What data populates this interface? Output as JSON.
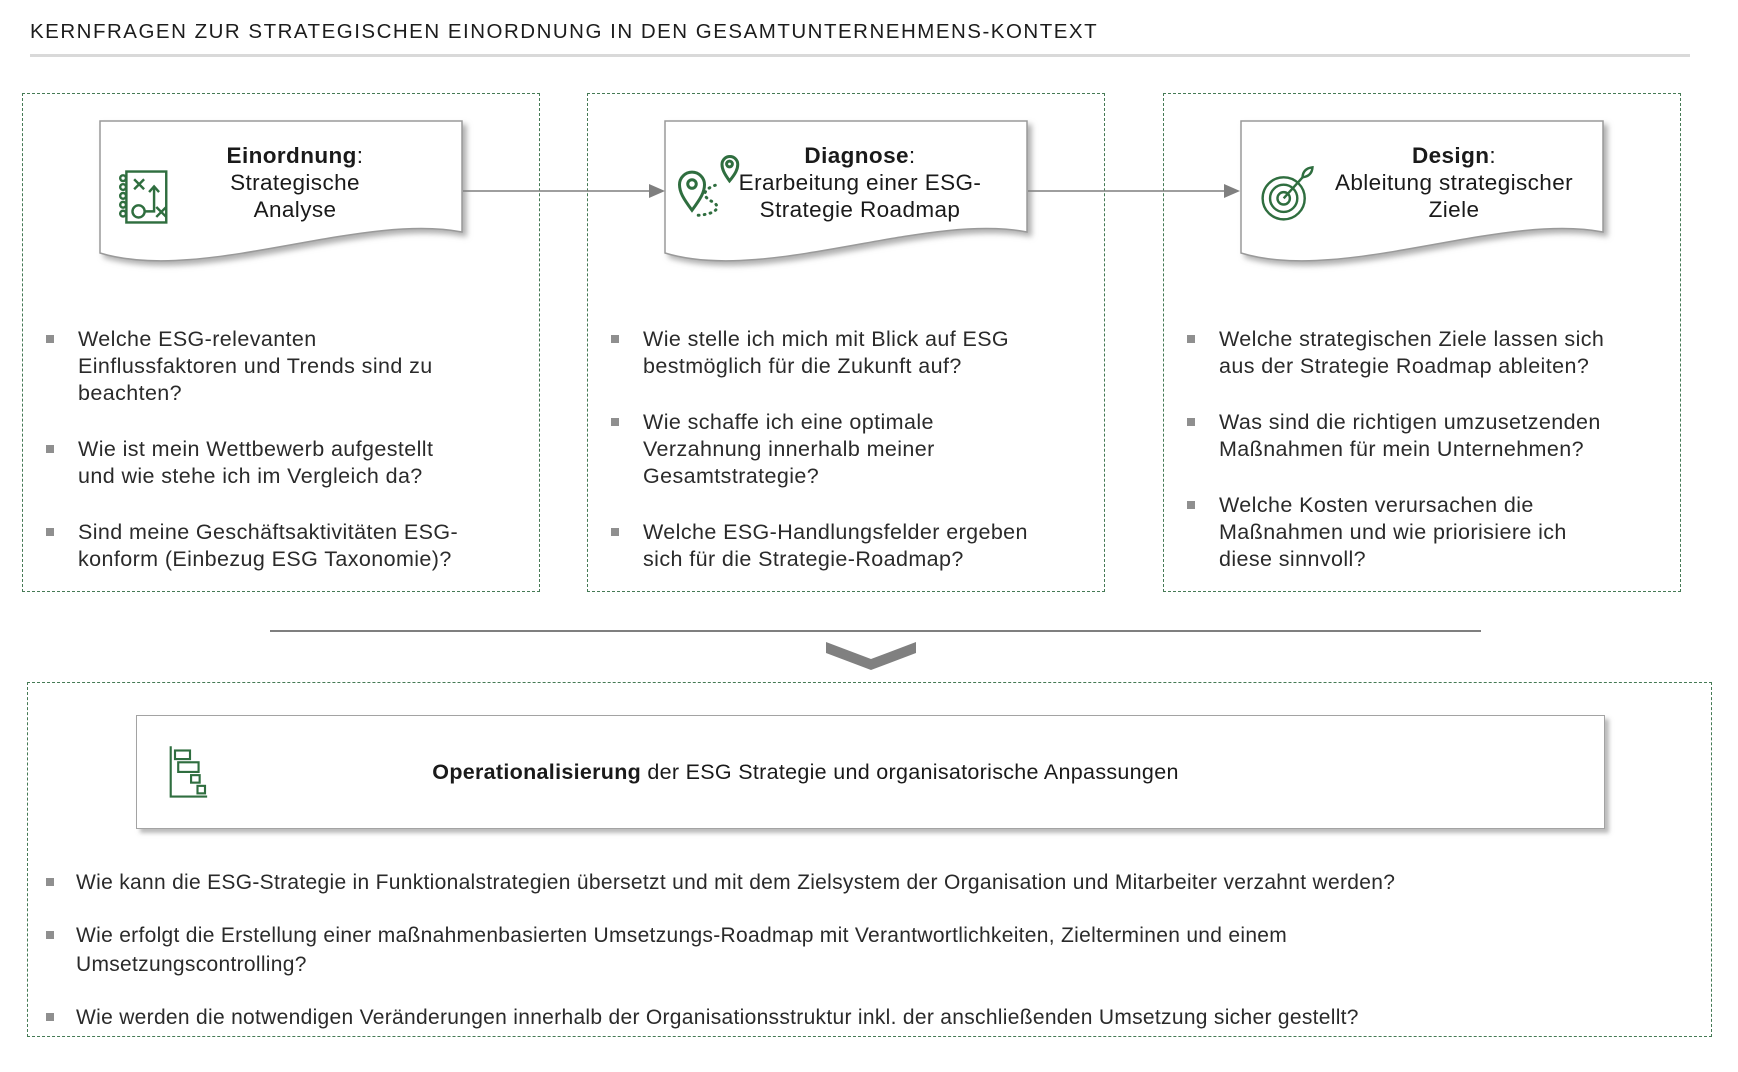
{
  "title": "KERNFRAGEN ZUR STRATEGISCHEN EINORDNUNG IN DEN GESAMTUNTERNEHMENS-KONTEXT",
  "accent_green": "#2F6E3F",
  "dashed_border_green": "#457a55",
  "columns": [
    {
      "icon": "strategy-plan-icon",
      "step_bold": "Einordnung",
      "step_colon": ":",
      "step_sub": "Strategische Analyse",
      "bullets": [
        "Welche ESG-relevanten Einflussfaktoren und Trends sind zu beachten?",
        "Wie ist mein Wettbewerb aufgestellt und wie stehe ich im Vergleich da?",
        "Sind meine Geschäftsaktivitäten ESG-konform (Einbezug ESG Taxonomie)?"
      ]
    },
    {
      "icon": "route-map-pins-icon",
      "step_bold": "Diagnose",
      "step_colon": ":",
      "step_sub": "Erarbeitung einer ESG-Strategie Roadmap",
      "bullets": [
        "Wie stelle ich mich mit Blick auf ESG bestmöglich für die Zukunft auf?",
        "Wie schaffe ich eine optimale Verzahnung innerhalb meiner Gesamtstrategie?",
        "Welche ESG-Handlungsfelder ergeben sich für die Strategie-Roadmap?"
      ]
    },
    {
      "icon": "target-dart-icon",
      "step_bold": "Design",
      "step_colon": ":",
      "step_sub": "Ableitung strategischer Ziele",
      "bullets": [
        "Welche strategischen Ziele lassen sich aus der Strategie Roadmap ableiten?",
        "Was sind die richtigen umzusetzenden Maßnahmen für mein Unternehmen?",
        "Welche Kosten verursachen die Maßnahmen und wie priorisiere ich diese sinnvoll?"
      ]
    }
  ],
  "bottom": {
    "icon": "gantt-chart-icon",
    "banner_bold": "Operationalisierung",
    "banner_rest": " der ESG Strategie und organisatorische Anpassungen",
    "bullets": [
      "Wie kann die ESG-Strategie in Funktionalstrategien übersetzt und mit dem Zielsystem der Organisation und Mitarbeiter verzahnt werden?",
      "Wie erfolgt die Erstellung einer maßnahmenbasierten Umsetzungs-Roadmap mit Verantwortlichkeiten, Zielterminen und einem Umsetzungscontrolling?",
      "Wie werden die notwendigen Veränderungen innerhalb der Organisationsstruktur inkl. der anschließenden Umsetzung  sicher gestellt?"
    ]
  }
}
